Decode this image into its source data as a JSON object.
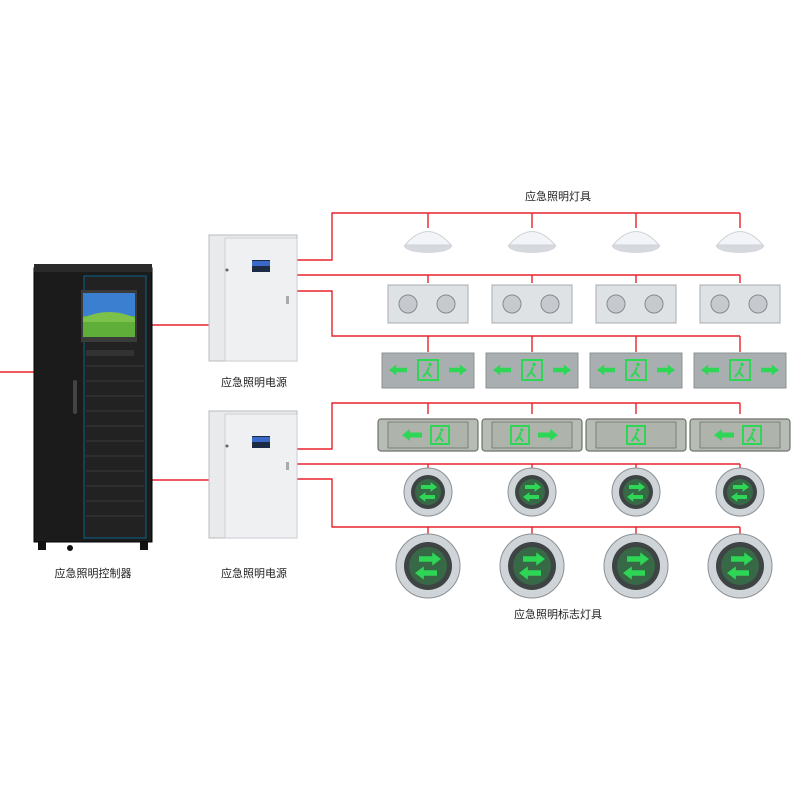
{
  "labels": {
    "controller": "应急照明控制器",
    "power_supply_top": "应急照明电源",
    "power_supply_bottom": "应急照明电源",
    "lamps_title": "应急照明灯具",
    "sign_lamps_title": "应急照明标志灯具"
  },
  "colors": {
    "wire": "#e8232b",
    "sign_green": "#2dd655",
    "cabinet": "#1a1a1a",
    "panel": "#e9ebed"
  },
  "device_rows": [
    {
      "id": "ceiling-lamp",
      "icon": "ceiling-dome-light",
      "count": 4
    },
    {
      "id": "twin-spot",
      "icon": "twin-spot-emergency-light",
      "count": 4
    },
    {
      "id": "exit-sign",
      "icon": "exit-sign",
      "count": 4,
      "directions": [
        "both",
        "both",
        "both",
        "both"
      ]
    },
    {
      "id": "explosion-proof-sign",
      "icon": "explosion-proof-exit-sign",
      "count": 4,
      "directions": [
        "left",
        "right",
        "none",
        "left"
      ]
    },
    {
      "id": "floor-sign-small",
      "icon": "floor-direction-sign",
      "count": 4
    },
    {
      "id": "floor-sign-large",
      "icon": "floor-direction-sign",
      "count": 4
    }
  ]
}
